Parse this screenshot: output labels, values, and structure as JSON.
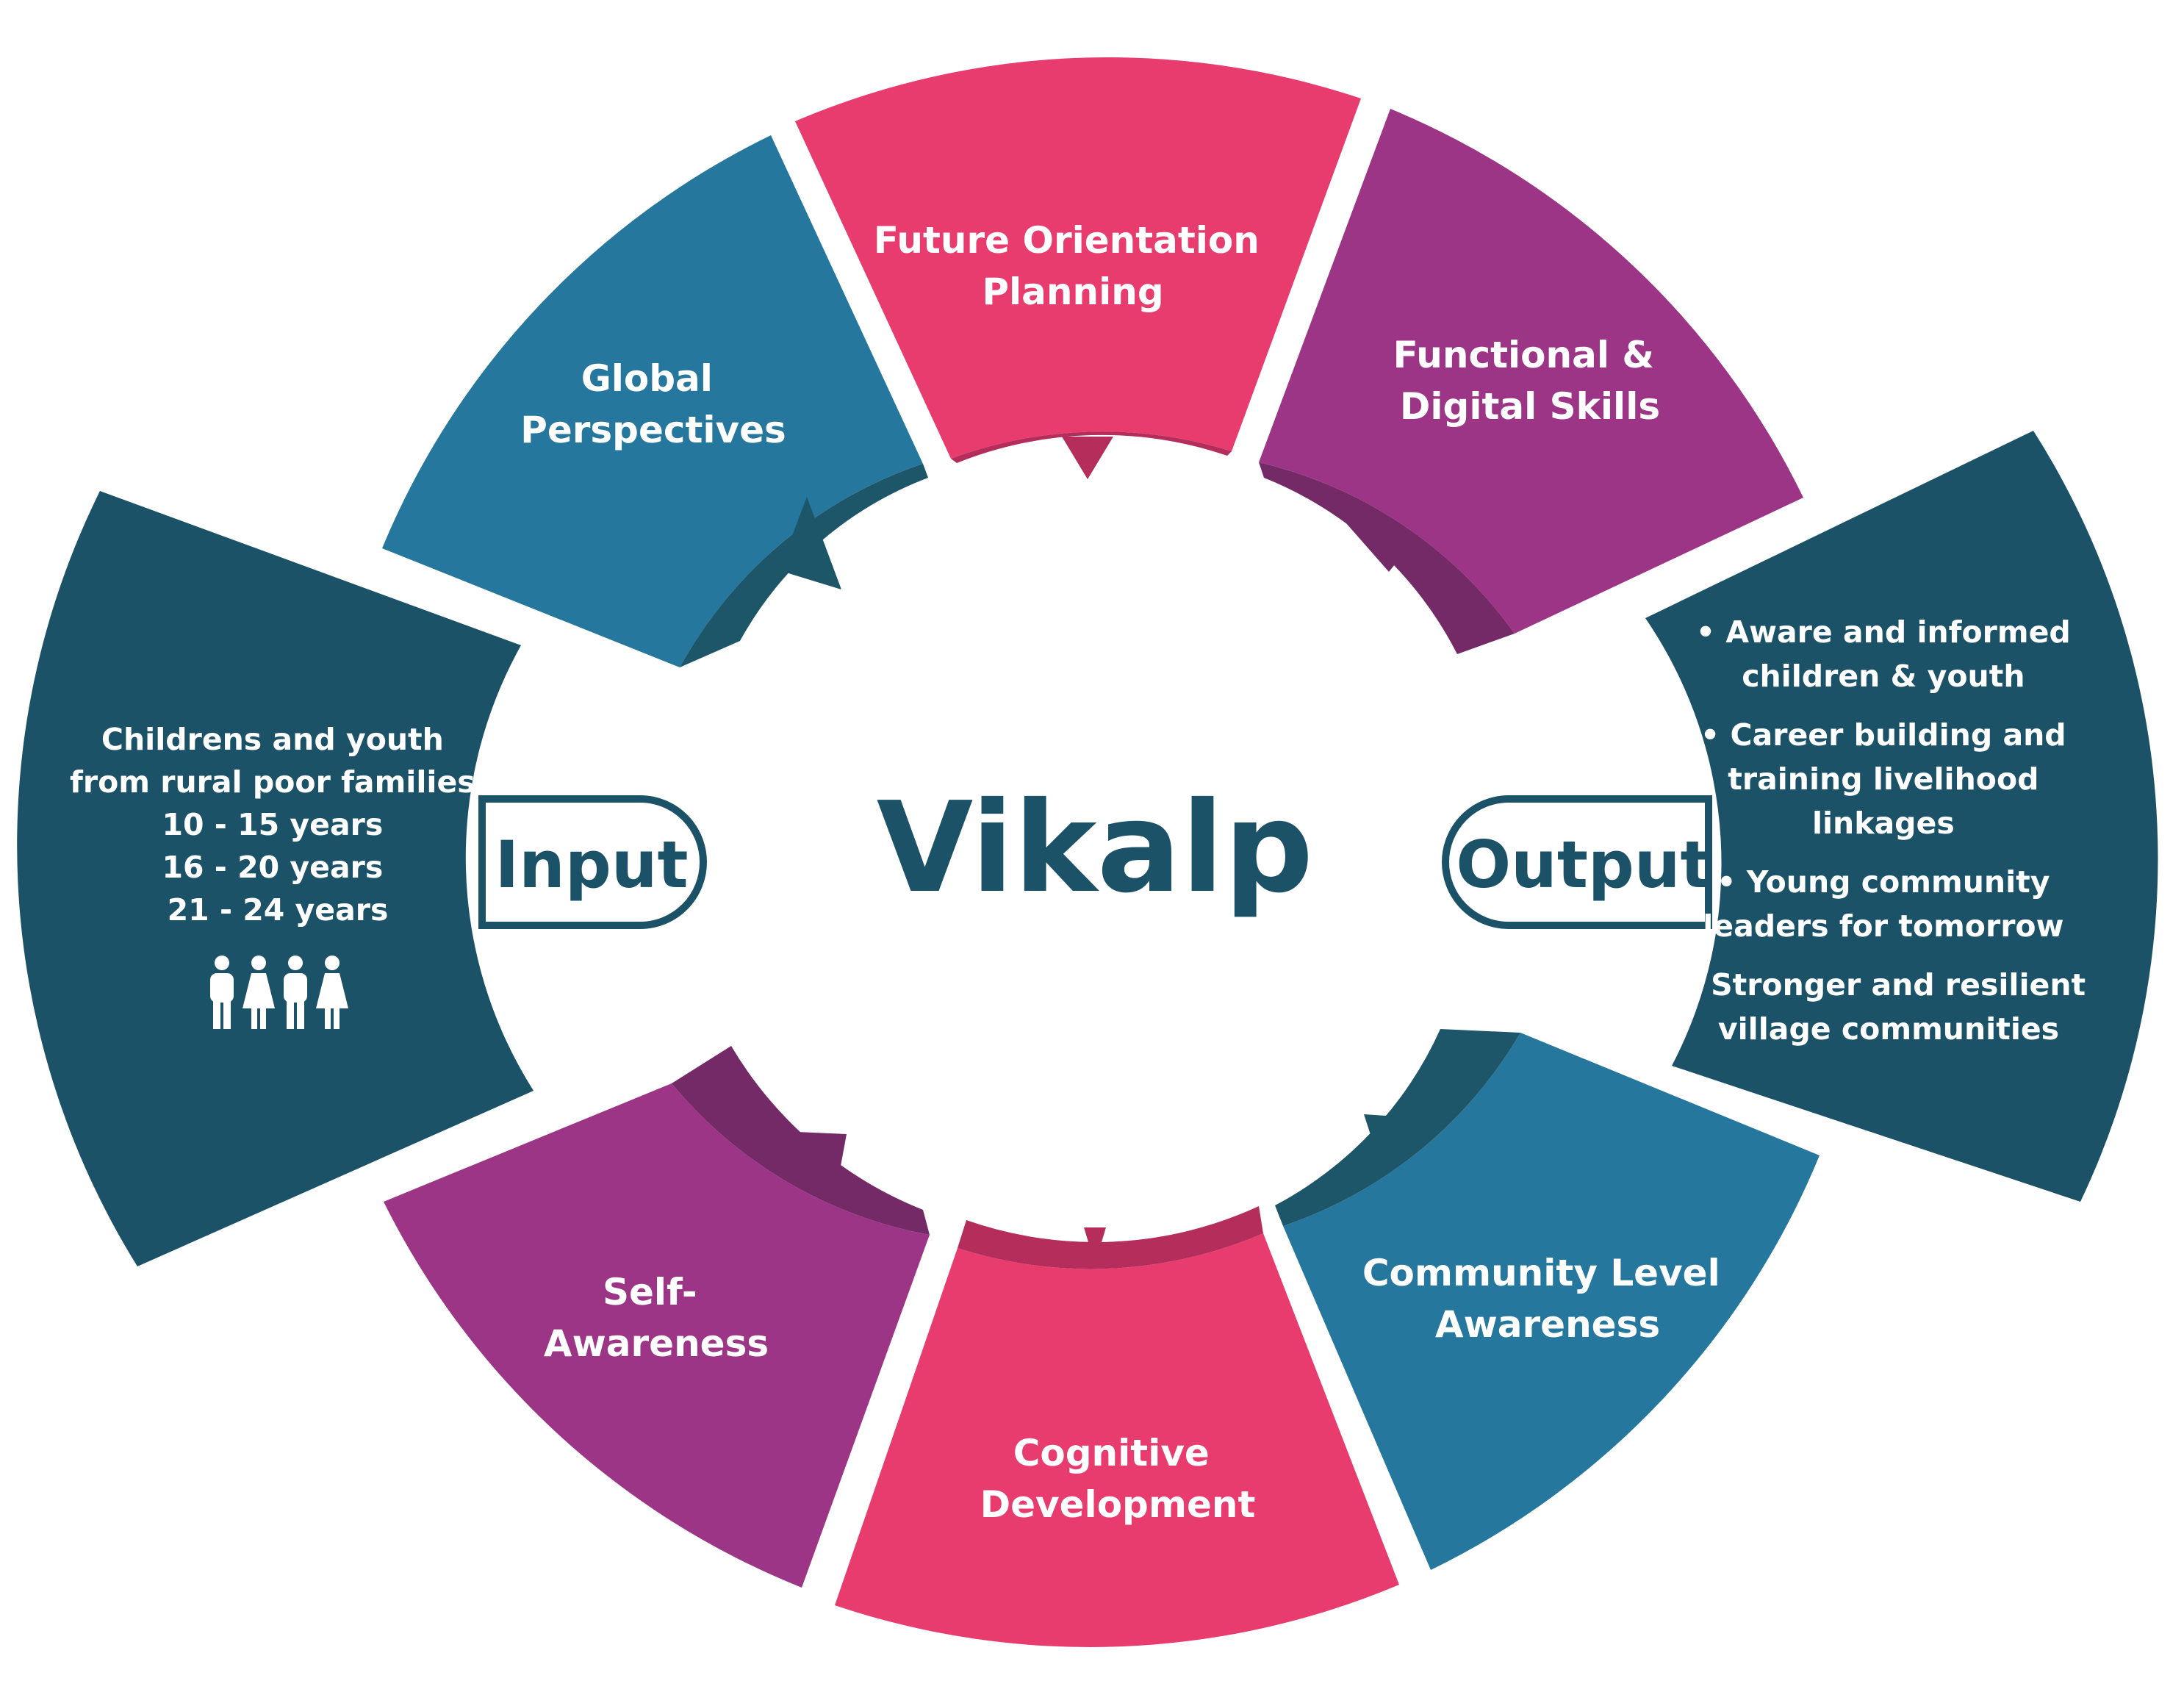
{
  "center": {
    "title": "Vikalp"
  },
  "input": {
    "label": "Input",
    "lines": [
      "Childrens and youth",
      "from rural poor families",
      "10 - 15 years",
      "16 - 20 years",
      "21 - 24 years"
    ],
    "icon": "people-group-icon"
  },
  "output": {
    "label": "Output",
    "lines": [
      "• Aware and informed",
      "children & youth",
      "• Career building and",
      "training livelihood",
      "linkages",
      "• Young community",
      "leaders for tomorrow",
      "• Stronger and resilient",
      "village communities"
    ]
  },
  "segments": {
    "global": {
      "lines": [
        "Global",
        "Perspectives"
      ],
      "color": "#26779e"
    },
    "future": {
      "lines": [
        "Future Orientation",
        "Planning"
      ],
      "color": "#e83c6f"
    },
    "functional": {
      "lines": [
        "Functional &",
        "Digital Skills"
      ],
      "color": "#9d3587"
    },
    "community": {
      "lines": [
        "Community Level",
        "Awareness"
      ],
      "color": "#26779e"
    },
    "cognitive": {
      "lines": [
        "Cognitive",
        "Development"
      ],
      "color": "#e83c6f"
    },
    "self": {
      "lines": [
        "Self-",
        "Awareness"
      ],
      "color": "#9d3587"
    }
  },
  "colors": {
    "dark_teal": "#1b5268",
    "teal_inner": "#1d5569",
    "pink_inner": "#b52d5b",
    "purple_inner": "#742a67"
  }
}
